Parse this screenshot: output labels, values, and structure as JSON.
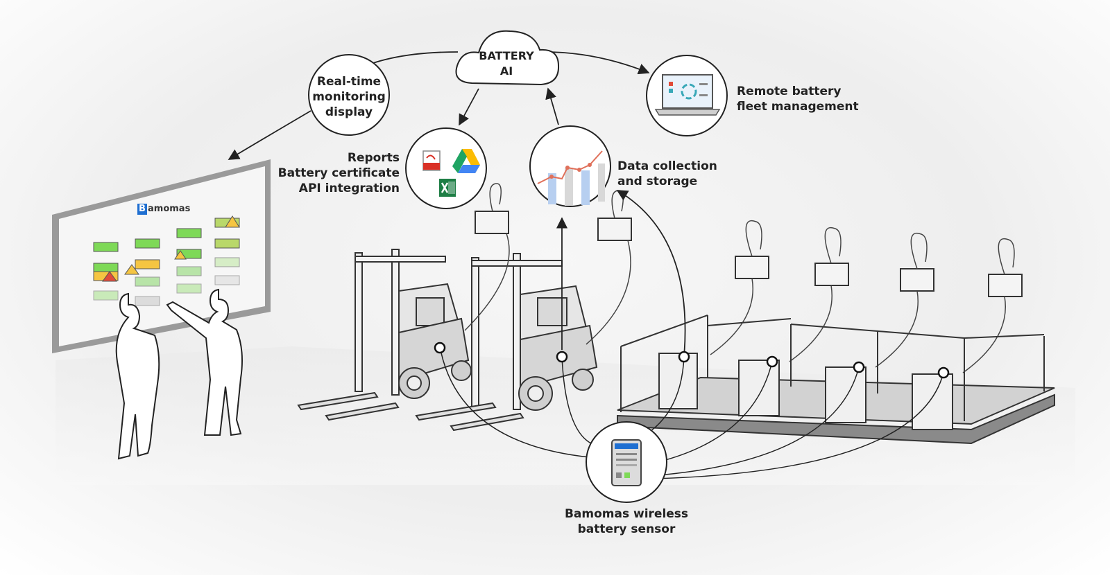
{
  "cloud": {
    "line1": "BATTERY",
    "line2": "AI"
  },
  "nodes": {
    "realtime": {
      "line1": "Real-time",
      "line2": "monitoring",
      "line3": "display"
    },
    "remote": {
      "line1": "Remote battery",
      "line2": "fleet management"
    },
    "reports": {
      "line1": "Reports",
      "line2": "Battery certificate",
      "line3": "API integration"
    },
    "data": {
      "line1": "Data collection",
      "line2": "and storage"
    },
    "sensor": {
      "line1": "Bamomas wireless",
      "line2": "battery sensor"
    }
  },
  "screen": {
    "brand_initial": "B",
    "brand_rest": "amomas"
  },
  "icons": [
    "cloud-icon",
    "pdf-icon",
    "google-drive-icon",
    "excel-icon",
    "laptop-icon",
    "line-chart-icon",
    "sensor-device-icon",
    "forklift-icon",
    "charger-icon",
    "battery-icon",
    "person-icon"
  ],
  "colors": {
    "accent": "#1f6fd1",
    "battery_ok": "#7ed957",
    "battery_warn": "#f5c542",
    "battery_low": "#e04b3a"
  }
}
